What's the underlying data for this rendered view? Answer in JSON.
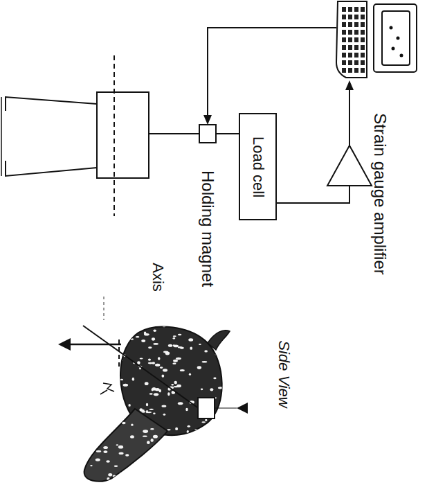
{
  "diagram": {
    "nodes": [
      {
        "text": [
          "Load cell"
        ]
      },
      {
        "text": [
          "Strain gauge amplifier"
        ]
      }
    ],
    "edges": [
      {
        "from": 0,
        "to": 1,
        "arrow": "none"
      }
    ],
    "labels": [
      "Holding magnet",
      "Axis",
      "Side View"
    ]
  }
}
